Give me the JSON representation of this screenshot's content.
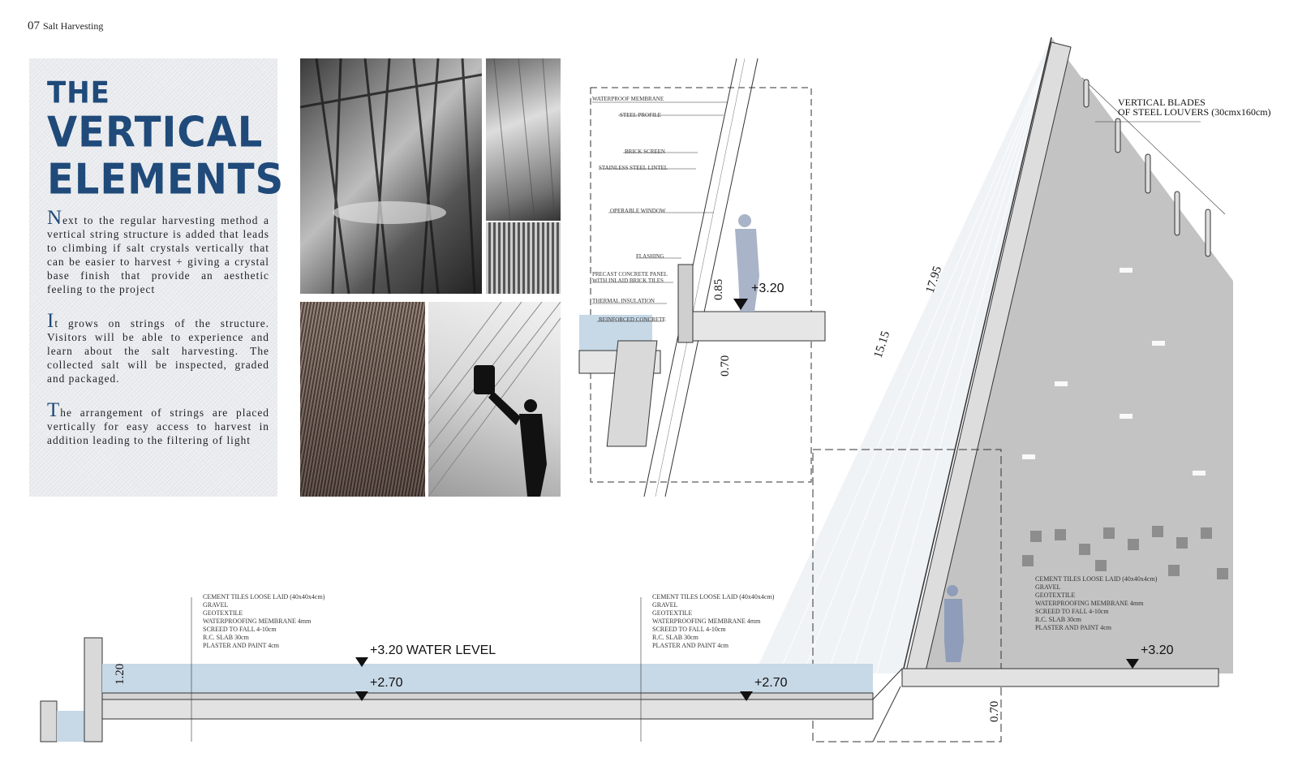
{
  "page": {
    "number": "07",
    "title": "Salt Harvesting"
  },
  "text_panel": {
    "title_the": "THE",
    "title_vertical": "VERTICAL",
    "title_elements": "ELEMENTS",
    "paragraphs": [
      {
        "cap": "N",
        "rest": "ext to the regular harvesting method a vertical string structure is added that leads to climbing if salt crystals vertically that can be easier to harvest + giving a crystal base finish that provide an aesthetic feeling to the project"
      },
      {
        "cap": "I",
        "rest": "t grows on strings of the structure. Visitors will be able to experience and learn about the salt harvesting. The collected salt will be inspected, graded and packaged."
      },
      {
        "cap": "T",
        "rest": "he arrangement of strings are placed vertically for easy access to harvest in addition leading to the filtering of light"
      }
    ]
  },
  "detail_section": {
    "labels": [
      "WATERPROOF MEMBRANE",
      "STEEL PROFILE",
      "BRICK SCREEN",
      "STAINLESS STEEL LINTEL",
      "OPERABLE WINDOW",
      "FLASHING",
      "PRECAST CONCRETE PANEL",
      "WITH INLAID BRICK TILES",
      "THERMAL INSULATION",
      "REINFORCED CONCRETE"
    ],
    "level": "+3.20",
    "dim_upper": "0.85",
    "dim_lower": "0.70"
  },
  "main_section": {
    "louver_label_1": "VERTICAL BLADES",
    "louver_label_2": "OF STEEL LOUVERS (30cmx160cm)",
    "dim_slope_1": "15.15",
    "dim_slope_2": "17.95",
    "layers": [
      "CEMENT TILES LOOSE LAID (40x40x4cm)",
      "GRAVEL",
      "GEOTEXTILE",
      "WATERPROOFING MEMBRANE 4mm",
      "SCREED TO FALL 4-10cm",
      "R.C. SLAB 30cm",
      "PLASTER AND PAINT 4cm"
    ],
    "water_level": "+3.20 WATER LEVEL",
    "level_270": "+2.70",
    "level_320": "+3.20",
    "dim_120": "1.20",
    "dim_070": "0.70"
  },
  "icons": [
    "level-marker-icon",
    "person-silhouette-icon"
  ],
  "colors": {
    "title_blue": "#1f4a7a",
    "water": "#c7d8e6",
    "pyramid_grey": "#b9b9b9"
  }
}
